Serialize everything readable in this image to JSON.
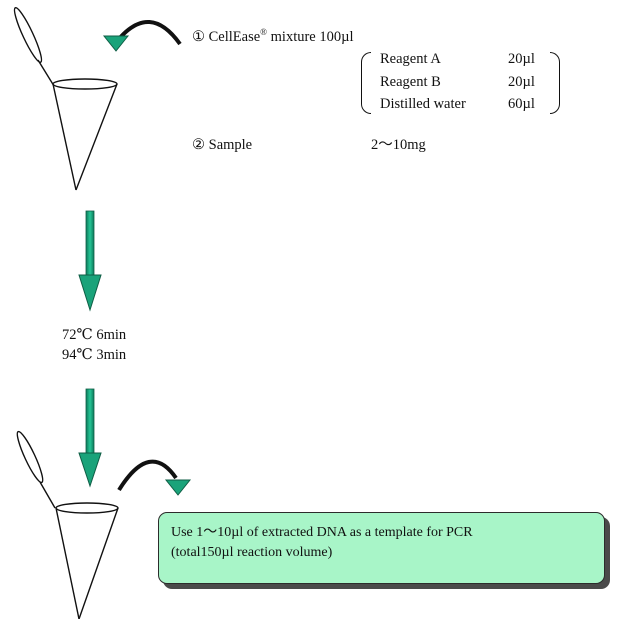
{
  "step1": {
    "label_prefix": "① CellEase",
    "label_sup": "®",
    "label_suffix": " mixture 100µl",
    "components": [
      {
        "name": "Reagent A",
        "volume": "20µl"
      },
      {
        "name": "Reagent B",
        "volume": "20µl"
      },
      {
        "name": "Distilled water",
        "volume": "60µl"
      }
    ]
  },
  "step2": {
    "label": "② Sample",
    "amount": "2～10mg"
  },
  "incubation": [
    "72℃ 6min",
    "94℃ 3min"
  ],
  "result_note": {
    "line1": "Use 1～10µl of extracted DNA as a template for PCR",
    "line2": "(total150µl reaction volume)"
  },
  "colors": {
    "arrow": "#1aa37a",
    "note_fill": "#a8f5c8"
  }
}
